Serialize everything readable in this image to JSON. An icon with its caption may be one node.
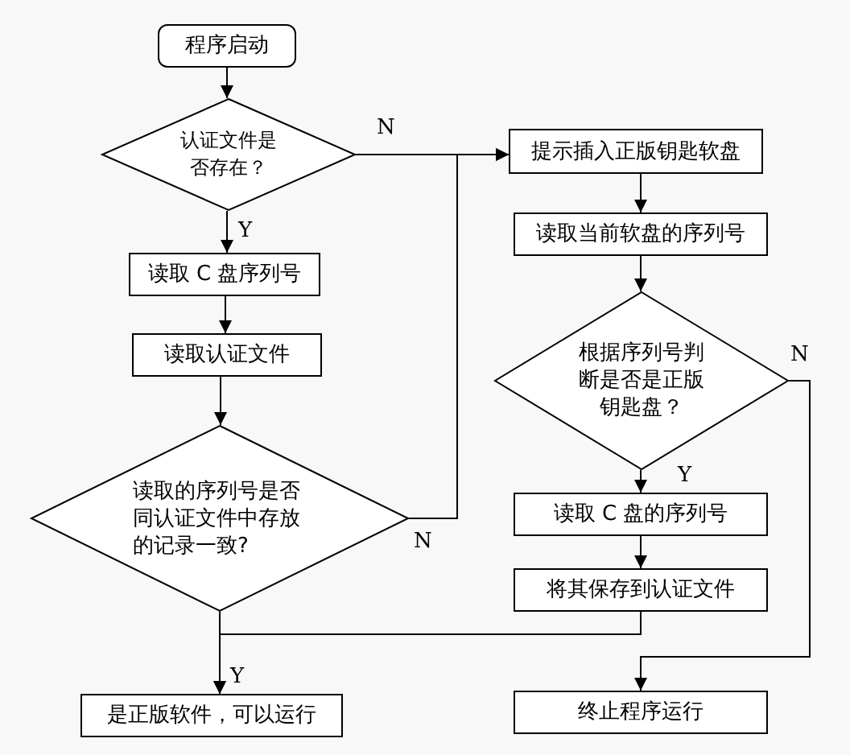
{
  "diagram": {
    "nodes": [
      {
        "text": [
          "程序启动"
        ]
      },
      {
        "text": [
          "认证文件是否存在？"
        ]
      },
      {
        "text": [
          "提示插入正版钥匙软盘"
        ]
      },
      {
        "text": [
          "读取当前软盘的序列号"
        ]
      },
      {
        "text": [
          "读取 C 盘序列号"
        ]
      },
      {
        "text": [
          "读取认证文件"
        ]
      },
      {
        "text": [
          "根据序列号判断是否是正版钥匙盘？"
        ]
      },
      {
        "text": [
          "读取的序列号是否同认证文件中存放的记录一致?"
        ]
      },
      {
        "text": [
          "读取 C 盘的序列号"
        ]
      },
      {
        "text": [
          "将其保存到认证文件"
        ]
      },
      {
        "text": [
          "是正版软件，可以运行"
        ]
      },
      {
        "text": [
          "终止程序运行"
        ]
      }
    ],
    "edges": [
      {
        "from": 0,
        "to": 1,
        "arrow": "to"
      },
      {
        "from": 1,
        "to": 4,
        "arrow": "to",
        "label": "Y"
      },
      {
        "from": 1,
        "to": 2,
        "arrow": "to",
        "label": "N"
      },
      {
        "from": 4,
        "to": 5,
        "arrow": "to"
      },
      {
        "from": 5,
        "to": 7,
        "arrow": "to"
      },
      {
        "from": 7,
        "to": 10,
        "arrow": "to",
        "label": "Y"
      },
      {
        "from": 7,
        "to": 2,
        "arrow": "to",
        "label": "N"
      },
      {
        "from": 2,
        "to": 3,
        "arrow": "to"
      },
      {
        "from": 3,
        "to": 6,
        "arrow": "to"
      },
      {
        "from": 6,
        "to": 8,
        "arrow": "to",
        "label": "Y"
      },
      {
        "from": 6,
        "to": 11,
        "arrow": "to",
        "label": "N"
      },
      {
        "from": 8,
        "to": 9,
        "arrow": "to"
      },
      {
        "from": 9,
        "to": 10,
        "arrow": "to"
      }
    ]
  }
}
